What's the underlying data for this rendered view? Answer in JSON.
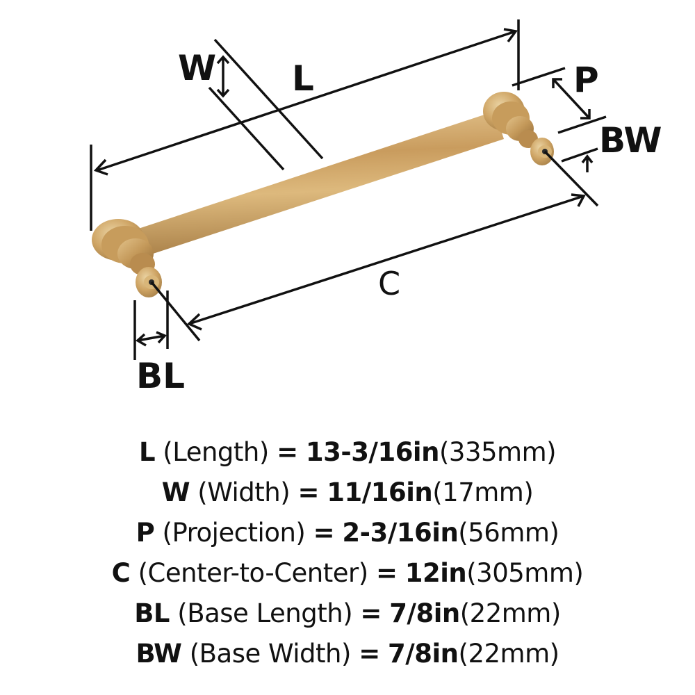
{
  "diagram": {
    "product": "cabinet bar pull (gold/brass finish)",
    "finish_color": "#C9A063",
    "finish_highlight": "#E3C48E",
    "finish_shadow": "#9C7640",
    "line_color": "#111111",
    "labels": {
      "W": "W",
      "L": "L",
      "P": "P",
      "BW": "BW",
      "C": "C",
      "BL": "BL"
    }
  },
  "specs": [
    {
      "key": "L",
      "desc": "(Length)",
      "eq": "=",
      "imperial": "13-3/16in",
      "metric": "(335mm)"
    },
    {
      "key": "W",
      "desc": "(Width)",
      "eq": "=",
      "imperial": "11/16in",
      "metric": "(17mm)"
    },
    {
      "key": "P",
      "desc": "(Projection)",
      "eq": "=",
      "imperial": "2-3/16in",
      "metric": "(56mm)"
    },
    {
      "key": "C",
      "desc": "(Center-to-Center)",
      "eq": "=",
      "imperial": "12in",
      "metric": "(305mm)"
    },
    {
      "key": "BL",
      "desc": "(Base Length)",
      "eq": "=",
      "imperial": "7/8in",
      "metric": "(22mm)"
    },
    {
      "key": "BW",
      "desc": "(Base Width)",
      "eq": "=",
      "imperial": "7/8in",
      "metric": "(22mm)"
    }
  ]
}
